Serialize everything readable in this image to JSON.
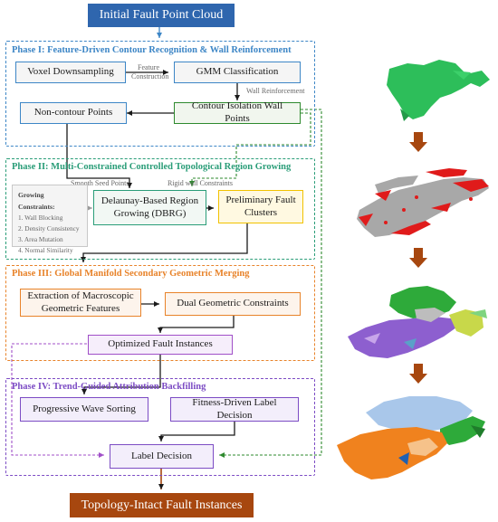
{
  "header": {
    "title": "Initial Fault Point Cloud"
  },
  "footer": {
    "title": "Topology-Intact Fault Instances"
  },
  "phases": [
    {
      "label": "Phase I: Feature-Driven Contour Recognition & Wall Reinforcement",
      "color": "#3d86c6"
    },
    {
      "label": "Phase II: Multi-Constrained Controlled Topological Region Growing",
      "color": "#2a9d78"
    },
    {
      "label": "Phase III: Global Manifold Secondary Geometric Merging",
      "color": "#e8832a"
    },
    {
      "label": "Phase IV: Trend-Guided Attribution Backfilling",
      "color": "#7c4cc4"
    }
  ],
  "nodes": {
    "voxel": "Voxel Downsampling",
    "gmm": "GMM Classification",
    "noncontour": "Non-contour Points",
    "wall": "Contour Isolation Wall Points",
    "dbrg": "Delaunay-Based Region Growing (DBRG)",
    "prelim": "Preliminary Fault Clusters",
    "macro": "Extraction of Macroscopic Geometric Features",
    "dual": "Dual Geometric Constraints",
    "optimized": "Optimized Fault Instances",
    "wave": "Progressive Wave Sorting",
    "fitness": "Fitness-Driven Label Decision",
    "label": "Label Decision"
  },
  "edge_labels": {
    "feature": "Feature",
    "construction": "Construction",
    "wall_reinforcement": "Wall Reinforcement",
    "smooth_seed": "Smooth Seed Points",
    "rigid_wall": "Rigid wall Constraints"
  },
  "constraints": {
    "title": "Growing Constraints:",
    "items": [
      "1. Wall Blocking",
      "2. Density Consistency",
      "3. Area Mutation",
      "4. Normal Similarity"
    ]
  },
  "colors": {
    "header_bg": "#2f66ae",
    "footer_bg": "#a7470f",
    "arrow_brown": "#a7470f",
    "line_dark": "#1a1a1a",
    "green_dash": "#2e8a2e",
    "purple_dash": "#a04fc8"
  },
  "thumbnails": [
    {
      "name": "initial-point-cloud",
      "colors": [
        "#2dbe5a"
      ]
    },
    {
      "name": "contour-wall-points",
      "colors": [
        "#a8a8a8",
        "#e01b1b"
      ]
    },
    {
      "name": "region-growing-result",
      "colors": [
        "#2eaa3a",
        "#8d5fcf",
        "#c8d84a",
        "#5aa0c8"
      ]
    },
    {
      "name": "final-fault-instances",
      "colors": [
        "#f0821e",
        "#a9c7ea",
        "#2eaa3a",
        "#f6c28a",
        "#2060b0"
      ]
    }
  ]
}
